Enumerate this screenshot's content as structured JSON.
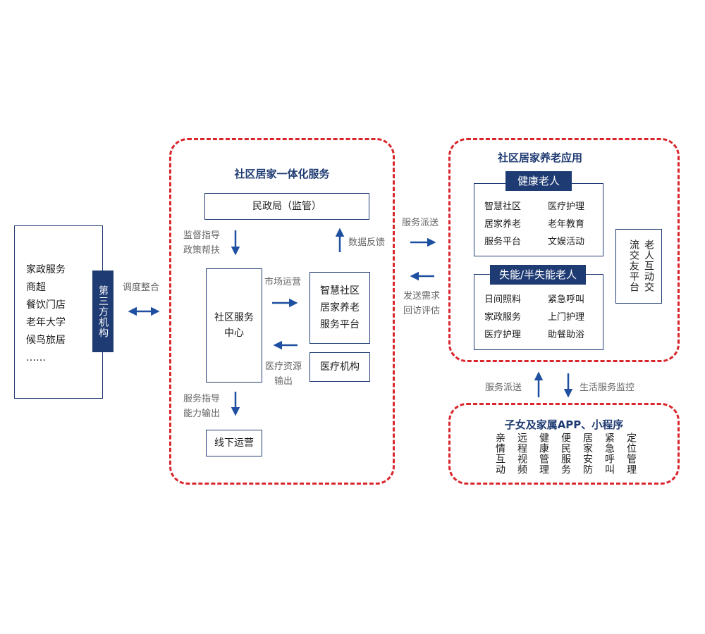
{
  "left_panel": {
    "items": [
      "家政服务",
      "商超",
      "餐饮门店",
      "老年大学",
      "候鸟旅居",
      "……"
    ],
    "tag": "第三方机构"
  },
  "link_left": {
    "label": "调度整合"
  },
  "center_section": {
    "title": "社区居家一体化服务",
    "top_box": "民政局（监管）",
    "left_top_label": [
      "监督指导",
      "政策帮扶"
    ],
    "feedback_label": "数据反馈",
    "center_box": [
      "社区服务",
      "中心"
    ],
    "market_label": "市场运营",
    "platform_box": [
      "智慧社区",
      "居家养老",
      "服务平台"
    ],
    "medical_res_label": [
      "医疗资源",
      "输出"
    ],
    "medical_box": "医疗机构",
    "bottom_label": [
      "服务指导",
      "能力输出"
    ],
    "bottom_box": "线下运营"
  },
  "middle_links": {
    "dispatch": "服务派送",
    "request": [
      "发送需求",
      "回访评估"
    ]
  },
  "right_section": {
    "title": "社区居家养老应用",
    "healthy": {
      "tag": "健康老人",
      "items": [
        [
          "智慧社区",
          "医疗护理"
        ],
        [
          "居家养老",
          "老年教育"
        ],
        [
          "服务平台",
          "文娱活动"
        ]
      ]
    },
    "disabled": {
      "tag": "失能/半失能老人",
      "items": [
        [
          "日间照料",
          "紧急呼叫"
        ],
        [
          "家政服务",
          "上门护理"
        ],
        [
          "医疗护理",
          "助餐助浴"
        ]
      ]
    },
    "social_box": [
      "老人互动交",
      "流交友平台"
    ]
  },
  "lower_links": {
    "left": "服务派送",
    "right": "生活服务监控"
  },
  "bottom_section": {
    "title": "子女及家属APP、小程序",
    "items": [
      "亲情互动",
      "远程视频",
      "健康管理",
      "便民服务",
      "居家安防",
      "紧急呼叫",
      "定位管理"
    ]
  },
  "colors": {
    "navy": "#1f3b73",
    "red": "#d9262c",
    "arrow": "#1f4fa0"
  }
}
